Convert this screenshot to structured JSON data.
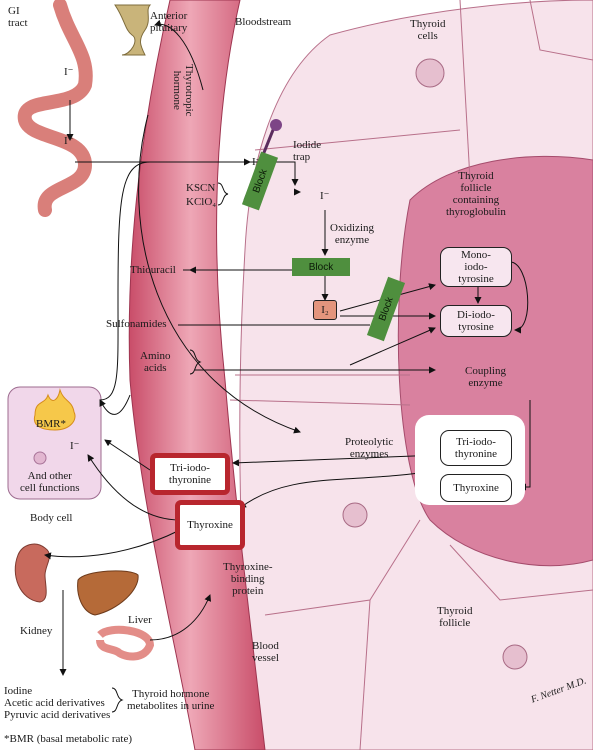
{
  "colors": {
    "vessel": "#d9637d",
    "vessel_light": "#eea7b6",
    "thyroid_cell": "#f7e3eb",
    "follicle": "#d9819f",
    "block": "#4f8f3e",
    "hormone_box_border": "#b8262e"
  },
  "labels": {
    "gi_tract": "GI\ntract",
    "anterior_pituitary": "Anterior\npituitary",
    "bloodstream": "Bloodstream",
    "thyroid_cells": "Thyroid\ncells",
    "thyrotropic_hormone": "Thyrotropic\nhormone",
    "iodide_trap": "Iodide\ntrap",
    "iodide_1": "I⁻",
    "iodide_2": "I⁻",
    "iodide_3": "I⁻",
    "iodide_4": "I⁻",
    "iodide_5": "I⁻",
    "kscn": "KSCN",
    "kclo4": "KClO₄",
    "oxidizing_enzyme": "Oxidizing\nenzyme",
    "thyroid_follicle_containing": "Thyroid\nfollicle\ncontaining\nthyroglobulin",
    "thiouracil": "Thiouracil",
    "iodine_i2": "I₂",
    "sulfonamides": "Sulfonamides",
    "amino_acids": "Amino\nacids",
    "coupling_enzyme": "Coupling\nenzyme",
    "bmr": "BMR*",
    "and_other": "And other\ncell functions",
    "body_cell": "Body cell",
    "proteolytic_enzymes": "Proteolytic\nenzymes",
    "thyroxine_binding_protein": "Thyroxine-\nbinding\nprotein",
    "kidney": "Kidney",
    "liver": "Liver",
    "blood_vessel": "Blood\nvessel",
    "thyroid_follicle": "Thyroid\nfollicle",
    "excretion_list": "Iodine\nAcetic acid derivatives\nPyruvic acid derivatives",
    "thyroid_hormone_metabolites": "Thyroid hormone\nmetabolites in urine",
    "footnote": "*BMR (basal metabolic rate)",
    "signature": "F. Netter M.D."
  },
  "boxes": {
    "monoiodotyrosine": "Mono-\niodo-\ntyrosine",
    "diiodotyrosine": "Di-iodo-\ntyrosine",
    "triiodothyronine_follicle": "Tri-iodo-\nthyronine",
    "thyroxine_follicle": "Thyroxine",
    "triiodothyronine_blood": "Tri-iodo-\nthyronine",
    "thyroxine_blood": "Thyroxine"
  },
  "blocks": {
    "block_kscn": "Block",
    "block_thiouracil": "Block",
    "block_sulfonamides": "Block"
  }
}
